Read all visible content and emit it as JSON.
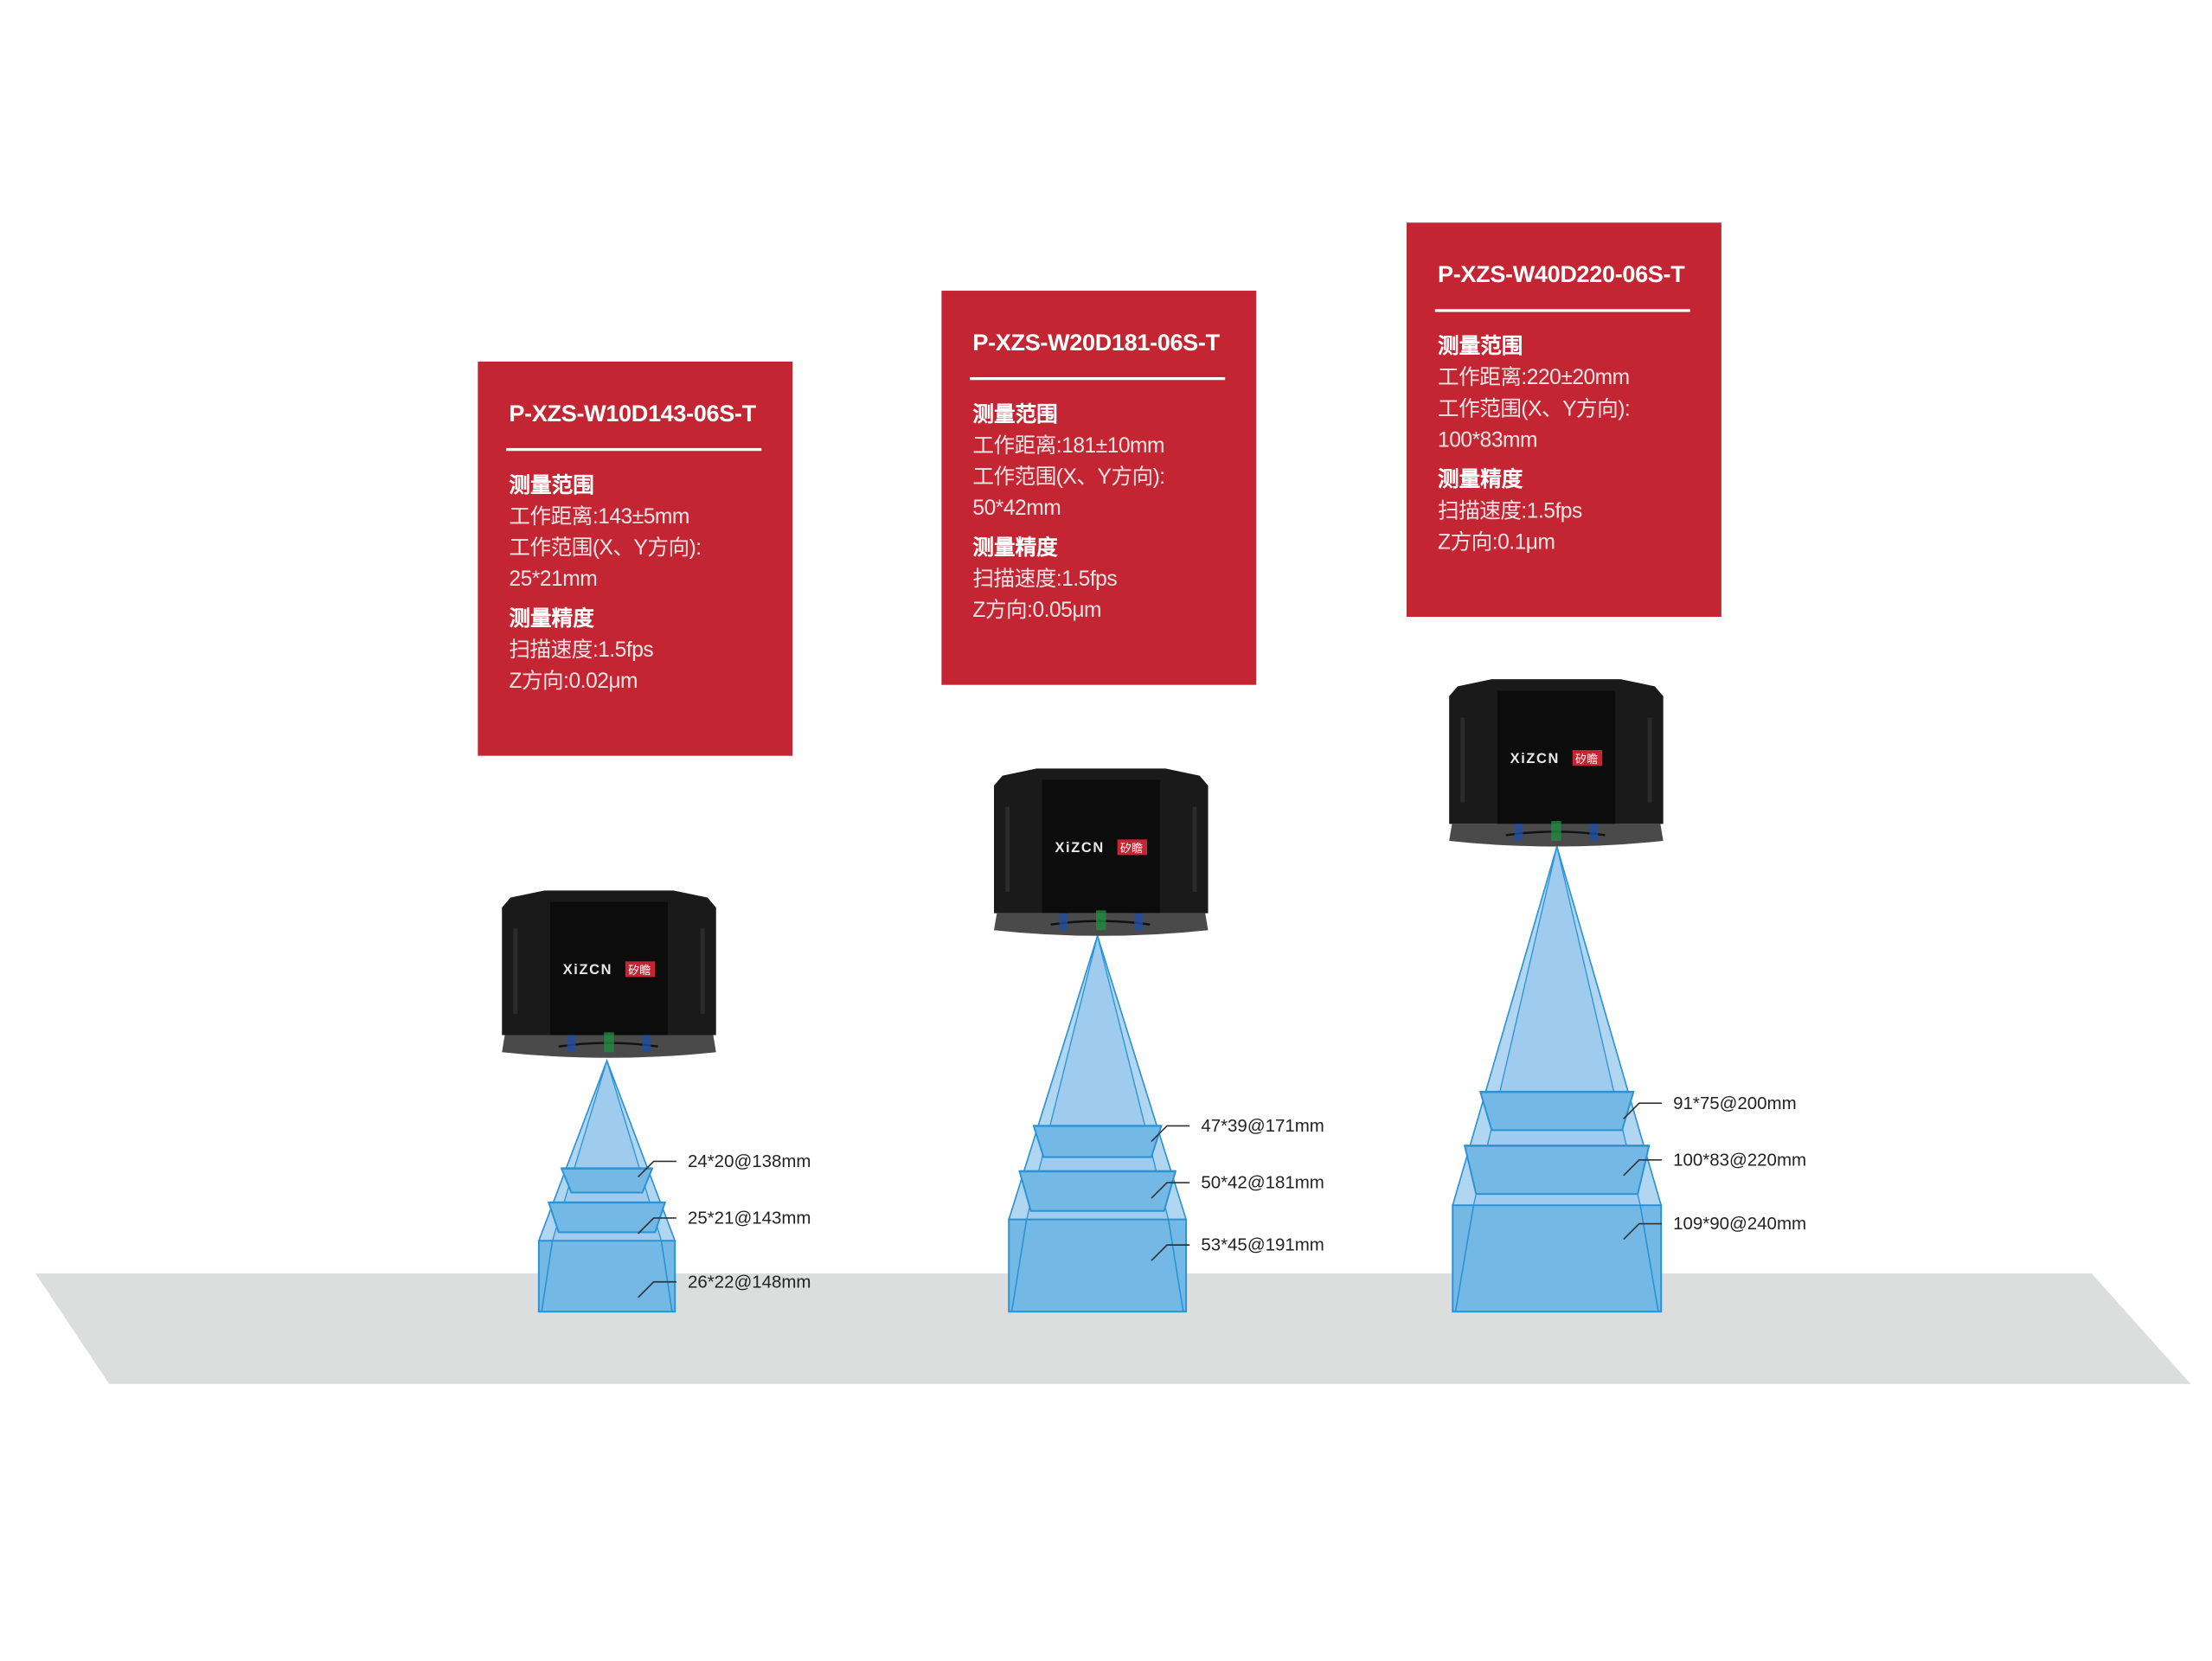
{
  "brand": {
    "logo_text": "XiZCN",
    "logo_badge": "矽瞻"
  },
  "colors": {
    "card_red": "#c32632",
    "beam_blue": "#74b9e6",
    "floor": "#dcdddd"
  },
  "products": [
    {
      "model": "P-XZS-W10D143-06S-T",
      "range_heading": "测量范围",
      "working_distance": "工作距离:143±5mm",
      "working_range_label": "工作范围(X、Y方向):",
      "working_range_value": "25*21mm",
      "precision_heading": "测量精度",
      "scan_speed": "扫描速度:1.5fps",
      "z_precision": "Z方向:0.02μm",
      "fov_labels": [
        "24*20@138mm",
        "25*21@143mm",
        "26*22@148mm"
      ]
    },
    {
      "model": "P-XZS-W20D181-06S-T",
      "range_heading": "测量范围",
      "working_distance": "工作距离:181±10mm",
      "working_range_label": "工作范围(X、Y方向):",
      "working_range_value": "50*42mm",
      "precision_heading": "测量精度",
      "scan_speed": "扫描速度:1.5fps",
      "z_precision": "Z方向:0.05μm",
      "fov_labels": [
        "47*39@171mm",
        "50*42@181mm",
        "53*45@191mm"
      ]
    },
    {
      "model": "P-XZS-W40D220-06S-T",
      "range_heading": "测量范围",
      "working_distance": "工作距离:220±20mm",
      "working_range_label": "工作范围(X、Y方向):",
      "working_range_value": "100*83mm",
      "precision_heading": "测量精度",
      "scan_speed": "扫描速度:1.5fps",
      "z_precision": "Z方向:0.1μm",
      "fov_labels": [
        "91*75@200mm",
        "100*83@220mm",
        "109*90@240mm"
      ]
    }
  ]
}
